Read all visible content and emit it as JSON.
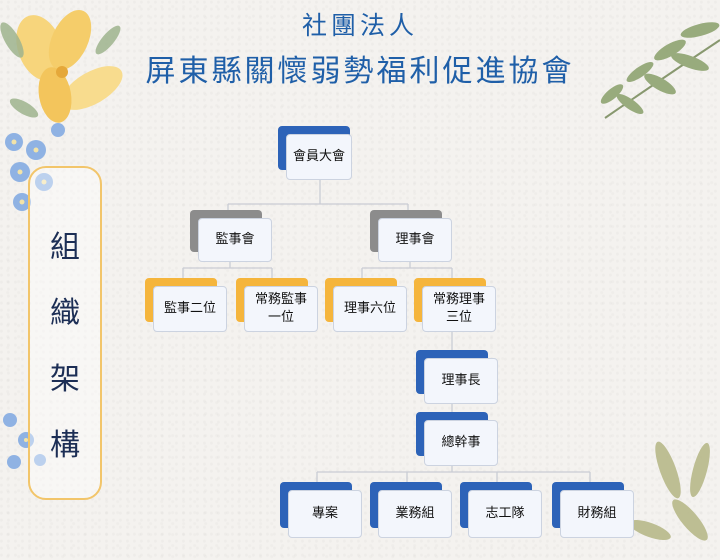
{
  "header": {
    "subtitle": "社團法人",
    "title": "屏東縣關懷弱勢福利促進協會"
  },
  "side_label": [
    "組",
    "織",
    "架",
    "構"
  ],
  "org": {
    "general_assembly": "會員大會",
    "supervisors_board": "監事會",
    "directors_board": "理事會",
    "supervisors_two": "監事二位",
    "standing_supervisor": "常務監事\n一位",
    "directors_six": "理事六位",
    "standing_directors": "常務理事\n三位",
    "chairman": "理事長",
    "secretary_general": "總幹事",
    "projects": "專案",
    "business": "業務組",
    "volunteers": "志工隊",
    "finance": "財務組"
  },
  "colors": {
    "title": "#1f5fa8",
    "blue_block": "#2d63b8",
    "gray_block": "#8c8c8c",
    "yellow_block": "#f5b53c",
    "side_border": "#f2c56a"
  }
}
